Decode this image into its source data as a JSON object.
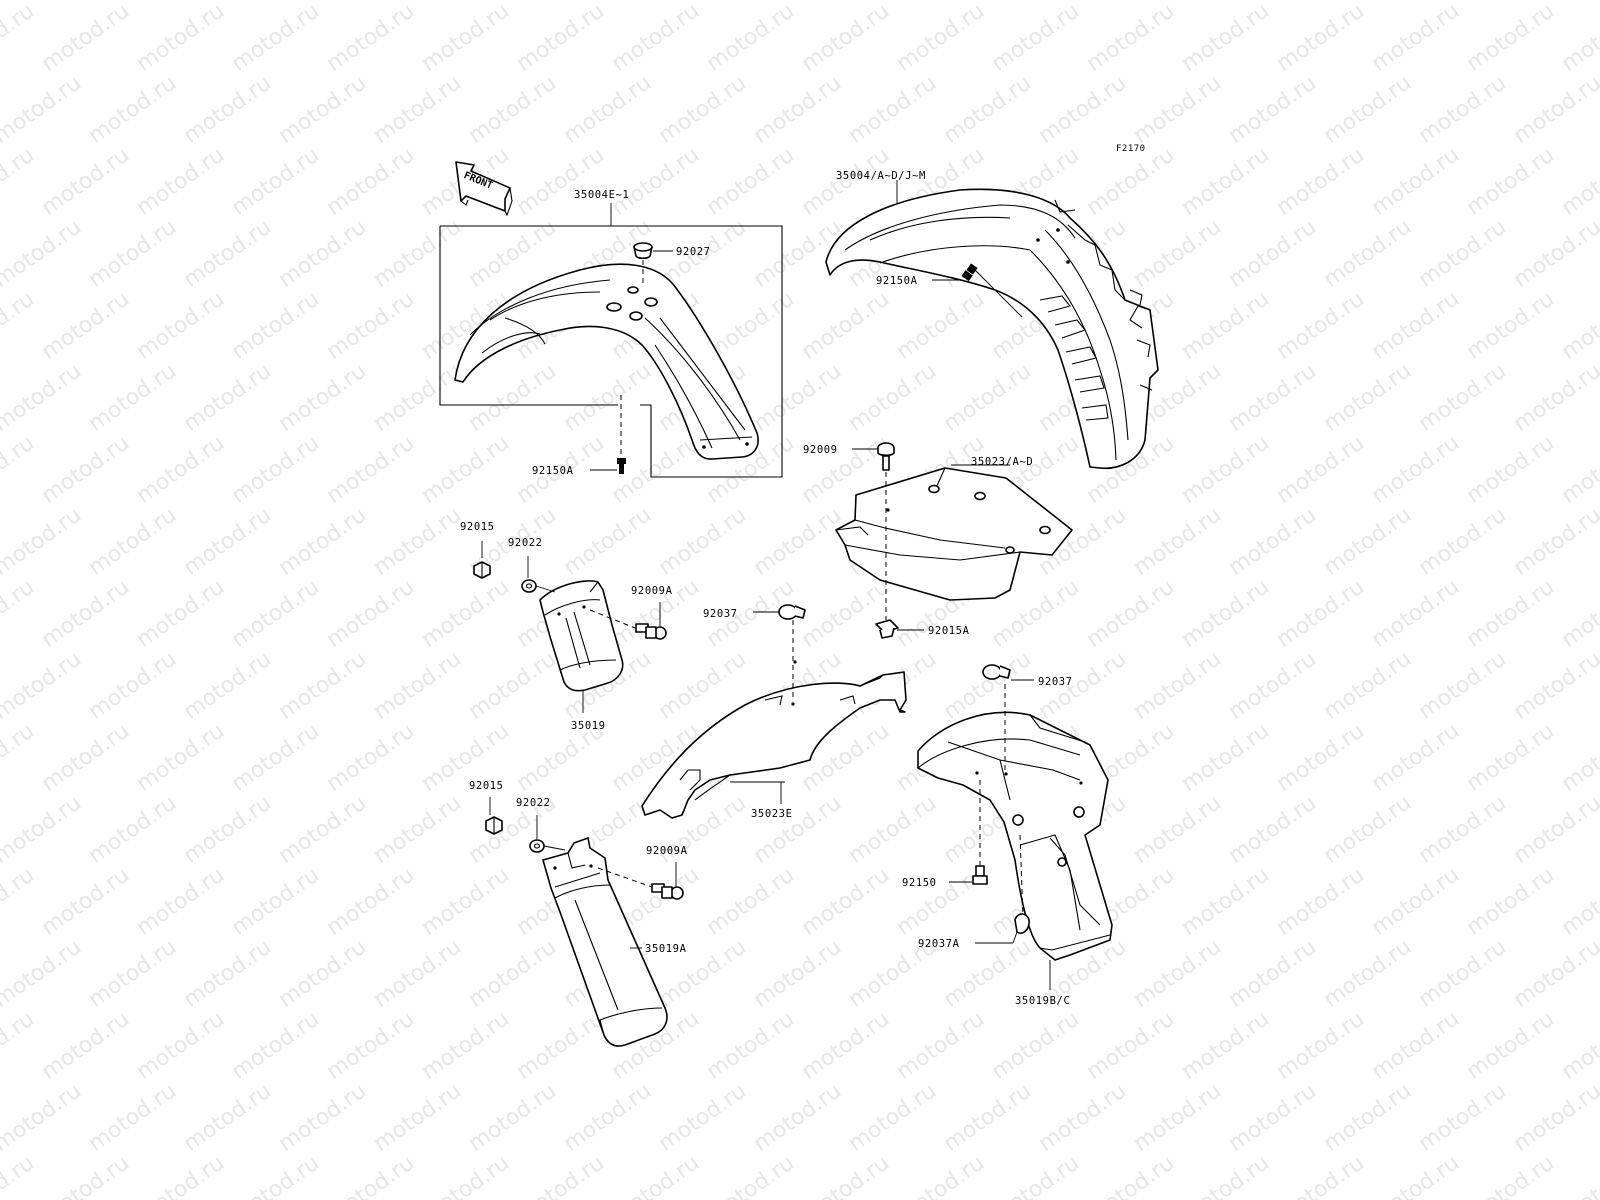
{
  "watermark": "motod.ru",
  "figure_id": "F2170",
  "front_arrow_label": "FRONT",
  "labels": {
    "front_fender_set": "35004E~1",
    "front_fender_grommet": "92027",
    "front_fender_bolt": "92150A",
    "rear_fender": "35004/A~D/J~M",
    "rear_fender_bolt": "92150A",
    "rear_flap_bolt": "92009",
    "rear_flap": "35023/A~D",
    "guard_nut_upper": "92015",
    "guard_washer_upper": "92022",
    "guard_bolt_upper": "92009A",
    "fork_guard_upper": "35019",
    "clamp_upper": "92037",
    "nut_clip": "92015A",
    "rear_flap_e": "35023E",
    "clamp_right": "92037",
    "guard_nut_lower": "92015",
    "guard_washer_lower": "92022",
    "guard_bolt_lower": "92009A",
    "fork_guard_lower": "35019A",
    "mudguard_bolt": "92150",
    "clamp_lower": "92037A",
    "rear_mudguard": "35019B/C"
  }
}
